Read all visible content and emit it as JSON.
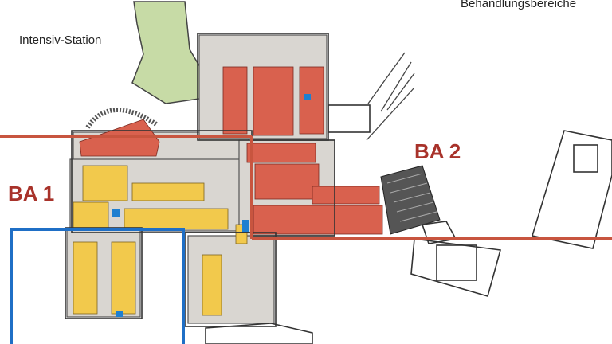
{
  "header": {
    "title": "Behandlungsbereiche"
  },
  "labels": {
    "intensive_station": "Intensiv-Station",
    "ba1": "BA 1",
    "ba2": "BA 2"
  },
  "legend_colors": {
    "existing_treatment": "#d9614e",
    "new_treatment": "#f2c94c",
    "intensive_care": "#c7dba6",
    "circulation": "#d9d6d1",
    "highlight_frame": "#1f6fc6",
    "phase_line": "#c8553f",
    "accent_room": "#1e7fd0"
  }
}
